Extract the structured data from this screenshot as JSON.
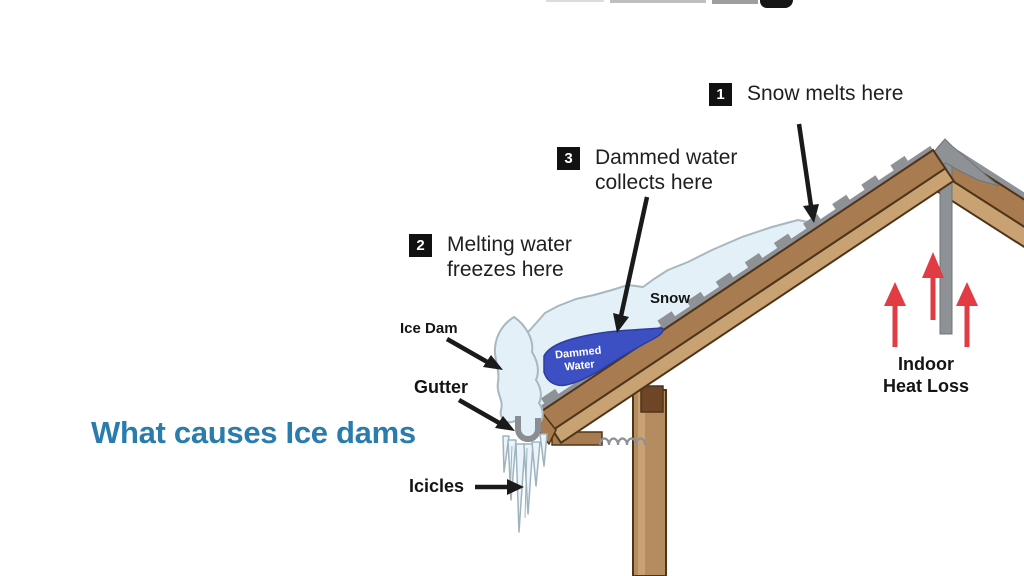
{
  "heading": {
    "text": "What causes Ice dams"
  },
  "diagram": {
    "steps": [
      {
        "number": "1",
        "line1": "Snow melts here",
        "line2": ""
      },
      {
        "number": "2",
        "line1": "Melting water",
        "line2": "freezes here"
      },
      {
        "number": "3",
        "line1": "Dammed water",
        "line2": "collects here"
      }
    ],
    "part_labels": {
      "ice_dam": "Ice Dam",
      "gutter": "Gutter",
      "icicles": "Icicles",
      "snow": "Snow"
    },
    "dammed_water": {
      "line1": "Dammed",
      "line2": "Water"
    },
    "heat_loss": {
      "line1": "Indoor",
      "line2": "Heat Loss"
    },
    "colors": {
      "heading_blue": "#2a7cad",
      "roof_brown": "#a87c50",
      "roof_brown_light": "#c9a274",
      "roof_outline": "#4f3418",
      "snow_ice": "#e3f0f8",
      "dammed_water_blue": "#3c50c4",
      "heat_arrow_red": "#e13b44",
      "shingle_grey": "#8e9296",
      "callout_black": "#1a1a1a"
    }
  }
}
